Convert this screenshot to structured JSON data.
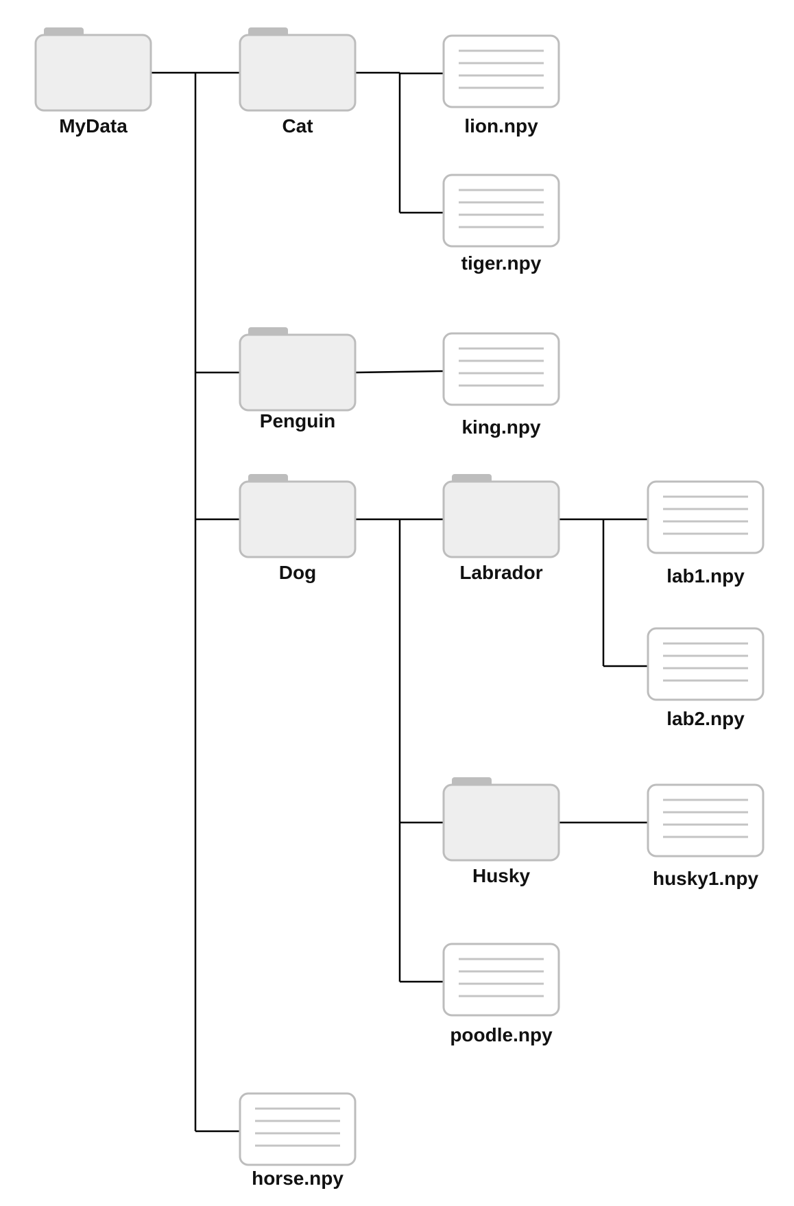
{
  "diagram": {
    "nodes": [
      {
        "id": "mydata",
        "kind": "folder",
        "label": "MyData"
      },
      {
        "id": "cat",
        "kind": "folder",
        "label": "Cat"
      },
      {
        "id": "lion",
        "kind": "file",
        "label": "lion.npy"
      },
      {
        "id": "tiger",
        "kind": "file",
        "label": "tiger.npy"
      },
      {
        "id": "penguin",
        "kind": "folder",
        "label": "Penguin"
      },
      {
        "id": "king",
        "kind": "file",
        "label": "king.npy"
      },
      {
        "id": "dog",
        "kind": "folder",
        "label": "Dog"
      },
      {
        "id": "labrador",
        "kind": "folder",
        "label": "Labrador"
      },
      {
        "id": "lab1",
        "kind": "file",
        "label": "lab1.npy"
      },
      {
        "id": "lab2",
        "kind": "file",
        "label": "lab2.npy"
      },
      {
        "id": "husky",
        "kind": "folder",
        "label": "Husky"
      },
      {
        "id": "husky1",
        "kind": "file",
        "label": "husky1.npy"
      },
      {
        "id": "poodle",
        "kind": "file",
        "label": "poodle.npy"
      },
      {
        "id": "horse",
        "kind": "file",
        "label": "horse.npy"
      }
    ],
    "edges": [
      {
        "from": "mydata",
        "to": "cat"
      },
      {
        "from": "mydata",
        "to": "penguin"
      },
      {
        "from": "mydata",
        "to": "dog"
      },
      {
        "from": "mydata",
        "to": "horse"
      },
      {
        "from": "cat",
        "to": "lion"
      },
      {
        "from": "cat",
        "to": "tiger"
      },
      {
        "from": "penguin",
        "to": "king"
      },
      {
        "from": "dog",
        "to": "labrador"
      },
      {
        "from": "dog",
        "to": "husky"
      },
      {
        "from": "dog",
        "to": "poodle"
      },
      {
        "from": "labrador",
        "to": "lab1"
      },
      {
        "from": "labrador",
        "to": "lab2"
      },
      {
        "from": "husky",
        "to": "husky1"
      }
    ],
    "colors": {
      "folder_fill": "#eeeeee",
      "folder_outline": "#bdbdbd",
      "file_fill": "#ffffff",
      "file_lines": "#c4c4c4",
      "connector": "#000000",
      "label": "#111111"
    }
  }
}
